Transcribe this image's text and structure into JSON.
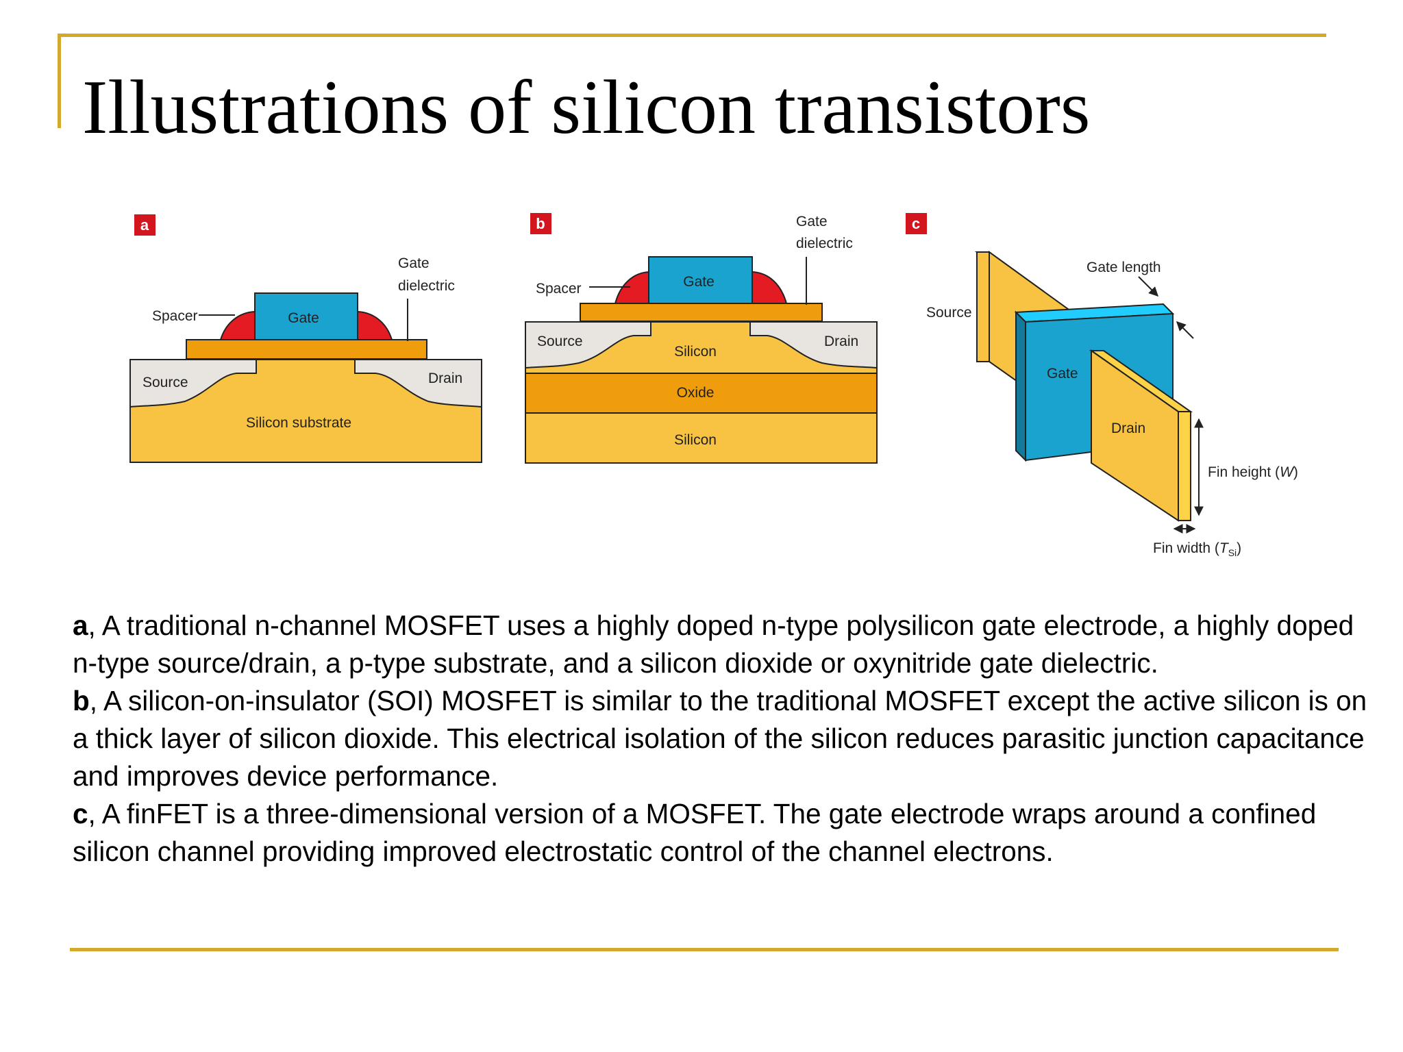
{
  "slide": {
    "title": "Illustrations of silicon transistors",
    "accent_color": "#d4a82a"
  },
  "figure": {
    "colors": {
      "silicon": "#f8c342",
      "oxide": "#ef9d0d",
      "gate": "#1aa3cf",
      "spacer": "#e41b23",
      "source_drain": "#e8e4df",
      "panel_tag": "#d3151d"
    },
    "panel_a": {
      "tag": "a",
      "labels": {
        "gate": "Gate",
        "gate_dielectric_1": "Gate",
        "gate_dielectric_2": "dielectric",
        "spacer": "Spacer",
        "source": "Source",
        "drain": "Drain",
        "substrate": "Silicon substrate"
      }
    },
    "panel_b": {
      "tag": "b",
      "labels": {
        "gate": "Gate",
        "gate_dielectric_1": "Gate",
        "gate_dielectric_2": "dielectric",
        "spacer": "Spacer",
        "source": "Source",
        "drain": "Drain",
        "silicon_top": "Silicon",
        "oxide": "Oxide",
        "silicon_bottom": "Silicon"
      }
    },
    "panel_c": {
      "tag": "c",
      "labels": {
        "gate_length": "Gate length",
        "source": "Source",
        "gate": "Gate",
        "drain": "Drain",
        "fin_height": "Fin height (",
        "fin_height_var": "W",
        "fin_height_close": ")",
        "fin_width": "Fin width (",
        "fin_width_var": "T",
        "fin_width_sub": "Si",
        "fin_width_close": ")"
      }
    }
  },
  "caption": {
    "a": {
      "letter": "a",
      "text": ", A traditional n-channel MOSFET uses a highly doped n-type polysilicon gate electrode, a highly doped n-type source/drain, a p-type substrate, and a silicon dioxide or oxynitride gate dielectric."
    },
    "b": {
      "letter": "b",
      "text": ", A silicon-on-insulator (SOI) MOSFET is similar to the traditional MOSFET except the active silicon is on a thick layer of silicon dioxide. This electrical isolation of the silicon reduces parasitic junction capacitance and improves device performance."
    },
    "c": {
      "letter": "c",
      "text": ", A finFET is a three-dimensional version of a MOSFET. The gate electrode wraps around a confined silicon channel providing improved electrostatic control of the channel electrons."
    }
  }
}
